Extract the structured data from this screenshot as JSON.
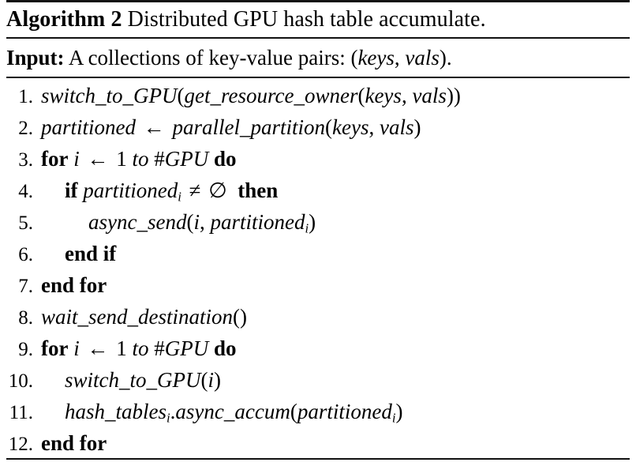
{
  "algorithm": {
    "label": "Algorithm",
    "number": "2",
    "title": "Distributed GPU hash table accumulate.",
    "input_label": "Input:",
    "input_text_before": "A collections of key-value pairs: (",
    "input_arg1": "keys",
    "input_separator": ", ",
    "input_arg2": "vals",
    "input_text_after": ").",
    "lines": [
      {
        "number": "1.",
        "indent": 0,
        "text": "switch_to_GPU(get_resource_owner(keys, vals))"
      },
      {
        "number": "2.",
        "indent": 0,
        "text": "partitioned ← parallel_partition(keys, vals)"
      },
      {
        "number": "3.",
        "indent": 0,
        "text": "for i ← 1 to #GPU do"
      },
      {
        "number": "4.",
        "indent": 1,
        "text": "if partitionedᵢ ≠ ∅  then"
      },
      {
        "number": "5.",
        "indent": 2,
        "text": "async_send(i, partitionedᵢ)"
      },
      {
        "number": "6.",
        "indent": 1,
        "text": "end if"
      },
      {
        "number": "7.",
        "indent": 0,
        "text": "end for"
      },
      {
        "number": "8.",
        "indent": 0,
        "text": "wait_send_destination()"
      },
      {
        "number": "9.",
        "indent": 0,
        "text": "for i ← 1 to #GPU do"
      },
      {
        "number": "10.",
        "indent": 1,
        "text": "switch_to_GPU(i)"
      },
      {
        "number": "11.",
        "indent": 1,
        "text": "hash_tablesᵢ.async_accum(partitionedᵢ)"
      },
      {
        "number": "12.",
        "indent": 0,
        "text": "end for"
      }
    ]
  },
  "symbols": {
    "assign_arrow": "←",
    "not_equal": "≠",
    "empty_set": "∅",
    "hash": "#"
  },
  "colors": {
    "text": "#000000",
    "rule": "#111111",
    "background": "#ffffff"
  }
}
